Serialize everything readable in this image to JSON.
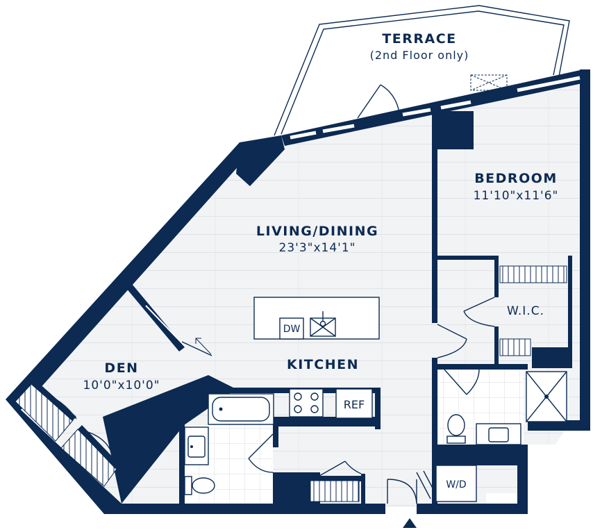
{
  "rooms": {
    "terrace": {
      "name": "TERRACE",
      "note": "(2nd Floor only)"
    },
    "living": {
      "name": "LIVING/DINING",
      "dims": "23'3\"x14'1\""
    },
    "bedroom": {
      "name": "BEDROOM",
      "dims": "11'10\"x11'6\""
    },
    "den": {
      "name": "DEN",
      "dims": "10'0\"x10'0\""
    },
    "kitchen": {
      "name": "KITCHEN"
    },
    "wic": {
      "name": "W.I.C."
    }
  },
  "fixtures": {
    "dishwasher": "DW",
    "refrigerator": "REF",
    "washer_dryer": "W/D"
  },
  "colors": {
    "wall": "#0c2a52",
    "floor": "#f2f3f5",
    "background": "#ffffff"
  },
  "icons": [
    "entry-arrow-icon",
    "sink-icon",
    "cooktop-icon",
    "toilet-icon",
    "shower-icon",
    "bathtub-icon",
    "door-swing-icon"
  ]
}
